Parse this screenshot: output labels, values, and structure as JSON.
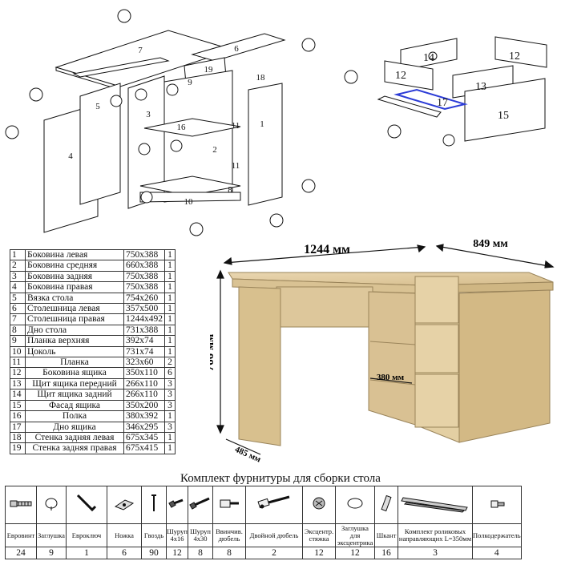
{
  "exploded_labels": [
    "1",
    "2",
    "3",
    "4",
    "5",
    "6",
    "7",
    "8",
    "9",
    "10",
    "11",
    "11",
    "12",
    "12",
    "13",
    "14",
    "15",
    "16",
    "17",
    "18",
    "19"
  ],
  "dimensions": {
    "width": "1244 мм",
    "depth": "849 мм",
    "height": "766 мм",
    "side_depth": "485 мм",
    "shelf": "380 мм"
  },
  "parts": [
    {
      "n": "1",
      "name": "Боковина левая",
      "size": "750x388",
      "qty": "1"
    },
    {
      "n": "2",
      "name": "Боковина средняя",
      "size": "660x388",
      "qty": "1"
    },
    {
      "n": "3",
      "name": "Боковина задняя",
      "size": "750x388",
      "qty": "1"
    },
    {
      "n": "4",
      "name": "Боковина правая",
      "size": "750x388",
      "qty": "1"
    },
    {
      "n": "5",
      "name": "Вязка стола",
      "size": "754x260",
      "qty": "1"
    },
    {
      "n": "6",
      "name": "Столешница левая",
      "size": "357x500",
      "qty": "1"
    },
    {
      "n": "7",
      "name": "Столешница правая",
      "size": "1244x492",
      "qty": "1"
    },
    {
      "n": "8",
      "name": "Дно стола",
      "size": "731x388",
      "qty": "1"
    },
    {
      "n": "9",
      "name": "Планка верхняя",
      "size": "392x74",
      "qty": "1"
    },
    {
      "n": "10",
      "name": "Цоколь",
      "size": "731x74",
      "qty": "1"
    },
    {
      "n": "11",
      "name": "Планка",
      "size": "323x60",
      "qty": "2"
    },
    {
      "n": "12",
      "name": "Боковина ящика",
      "size": "350x110",
      "qty": "6"
    },
    {
      "n": "13",
      "name": "Щит ящика передний",
      "size": "266x110",
      "qty": "3"
    },
    {
      "n": "14",
      "name": "Щит ящика задний",
      "size": "266x110",
      "qty": "3"
    },
    {
      "n": "15",
      "name": "Фасад ящика",
      "size": "350x200",
      "qty": "3"
    },
    {
      "n": "16",
      "name": "Полка",
      "size": "380x392",
      "qty": "1"
    },
    {
      "n": "17",
      "name": "Дно ящика",
      "size": "346x295",
      "qty": "3"
    },
    {
      "n": "18",
      "name": "Стенка задняя левая",
      "size": "675x345",
      "qty": "1"
    },
    {
      "n": "19",
      "name": "Стенка задняя правая",
      "size": "675x415",
      "qty": "1"
    }
  ],
  "hardware_title": "Комплект фурнитуры для сборки стола",
  "hardware": [
    {
      "label": "Евровинт",
      "count": "24",
      "icon": "eurobolt-icon"
    },
    {
      "label": "Заглушка",
      "count": "9",
      "icon": "cap-icon"
    },
    {
      "label": "Евроключ",
      "count": "1",
      "icon": "hex-key-icon"
    },
    {
      "label": "Ножка",
      "count": "6",
      "icon": "foot-icon"
    },
    {
      "label": "Гвоздь",
      "count": "90",
      "icon": "nail-icon"
    },
    {
      "label": "Шуруп 4x16",
      "count": "12",
      "icon": "screw-short-icon"
    },
    {
      "label": "Шуруп 4x30",
      "count": "8",
      "icon": "screw-long-icon"
    },
    {
      "label": "Ввинчив. дюбель",
      "count": "8",
      "icon": "dowel-screw-icon"
    },
    {
      "label": "Двойной дюбель",
      "count": "2",
      "icon": "double-dowel-icon"
    },
    {
      "label": "Эксцентр. стяжка",
      "count": "12",
      "icon": "cam-lock-icon"
    },
    {
      "label": "Заглушка для эксцентрика",
      "count": "12",
      "icon": "cam-cap-icon"
    },
    {
      "label": "Шкант",
      "count": "16",
      "icon": "wood-dowel-icon"
    },
    {
      "label": "Комплект роликовых направляющих L=350мм",
      "count": "3",
      "icon": "drawer-slide-icon"
    },
    {
      "label": "Полкодержатель",
      "count": "4",
      "icon": "shelf-pin-icon"
    }
  ]
}
